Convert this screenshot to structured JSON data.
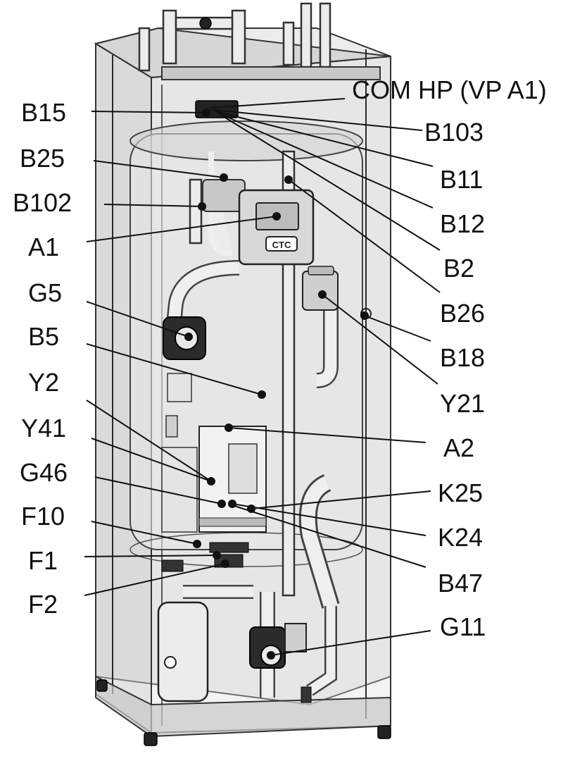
{
  "colors": {
    "ink": "#111111",
    "cabinet": "#dcdcdc",
    "background": "#ffffff"
  },
  "controller_logo": "CTC",
  "labels": [
    {
      "id": "com-hp",
      "text": "COM HP (VP A1)"
    },
    {
      "id": "b15",
      "text": "B15"
    },
    {
      "id": "b103",
      "text": "B103"
    },
    {
      "id": "b25",
      "text": "B25"
    },
    {
      "id": "b11",
      "text": "B11"
    },
    {
      "id": "b102",
      "text": "B102"
    },
    {
      "id": "b12",
      "text": "B12"
    },
    {
      "id": "a1",
      "text": "A1"
    },
    {
      "id": "b2",
      "text": "B2"
    },
    {
      "id": "g5",
      "text": "G5"
    },
    {
      "id": "b26",
      "text": "B26"
    },
    {
      "id": "b18",
      "text": "B18"
    },
    {
      "id": "b5",
      "text": "B5"
    },
    {
      "id": "b18b",
      "text": ""
    },
    {
      "id": "y2",
      "text": "Y2"
    },
    {
      "id": "y21",
      "text": "Y21"
    },
    {
      "id": "y41",
      "text": "Y41"
    },
    {
      "id": "a2",
      "text": "A2"
    },
    {
      "id": "g46",
      "text": "G46"
    },
    {
      "id": "k25",
      "text": "K25"
    },
    {
      "id": "f10",
      "text": "F10"
    },
    {
      "id": "k24",
      "text": "K24"
    },
    {
      "id": "f1",
      "text": "F1"
    },
    {
      "id": "b47",
      "text": "B47"
    },
    {
      "id": "f2",
      "text": "F2"
    },
    {
      "id": "g11",
      "text": "G11"
    }
  ]
}
